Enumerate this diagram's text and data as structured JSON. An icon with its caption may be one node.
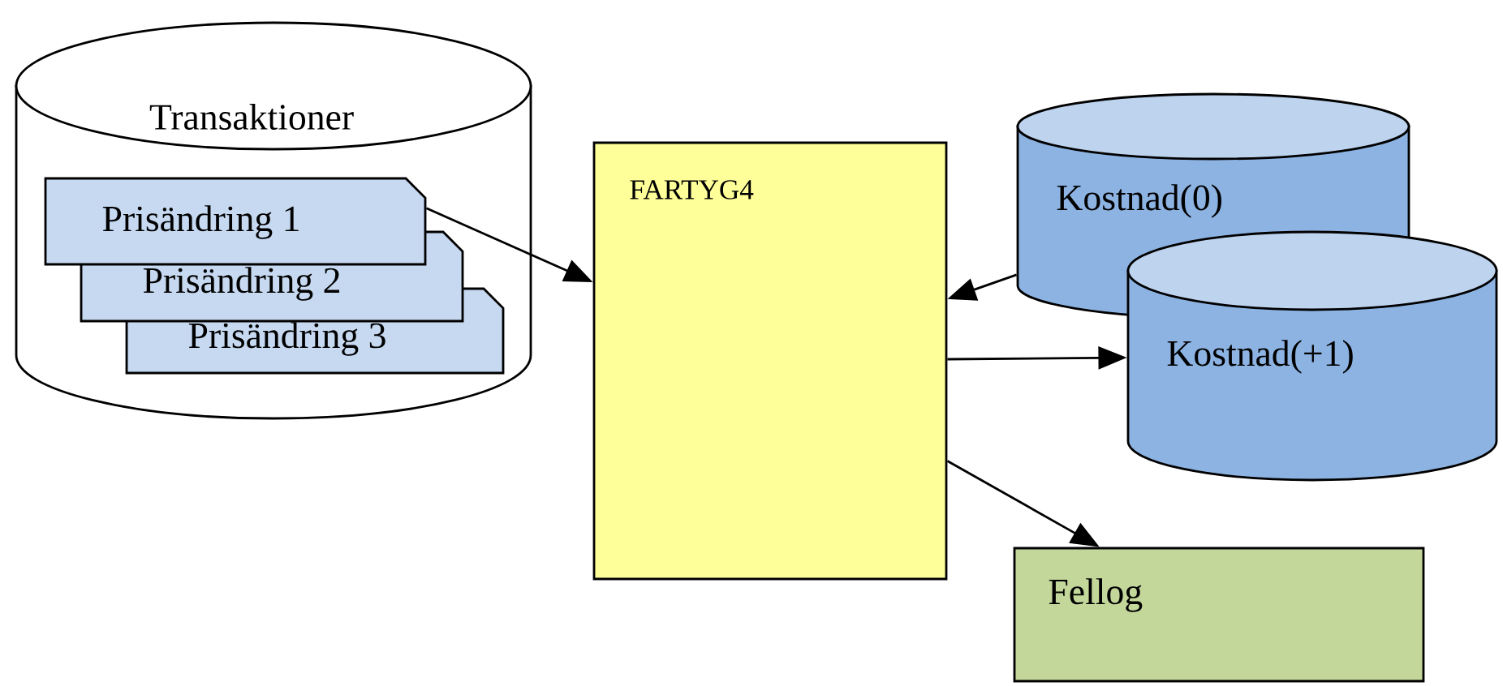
{
  "diagram": {
    "nodes": [
      {
        "text": [
          "Transaktioner"
        ]
      },
      {
        "text": [
          "Prisändring 1"
        ],
        "in": 0
      },
      {
        "text": [
          "Prisändring 2"
        ],
        "in": 0
      },
      {
        "text": [
          "Prisändring 3"
        ],
        "in": 0
      },
      {
        "text": [
          "FARTYG4"
        ]
      },
      {
        "text": [
          "Kostnad(0)"
        ]
      },
      {
        "text": [
          "Kostnad(+1)"
        ]
      },
      {
        "text": [
          "Fellog"
        ]
      }
    ],
    "edges": [
      {
        "from": 1,
        "to": 4,
        "arrow": "to"
      },
      {
        "from": 5,
        "to": 4,
        "arrow": "to"
      },
      {
        "from": 4,
        "to": 6,
        "arrow": "to"
      },
      {
        "from": 4,
        "to": 7,
        "arrow": "to"
      }
    ]
  }
}
